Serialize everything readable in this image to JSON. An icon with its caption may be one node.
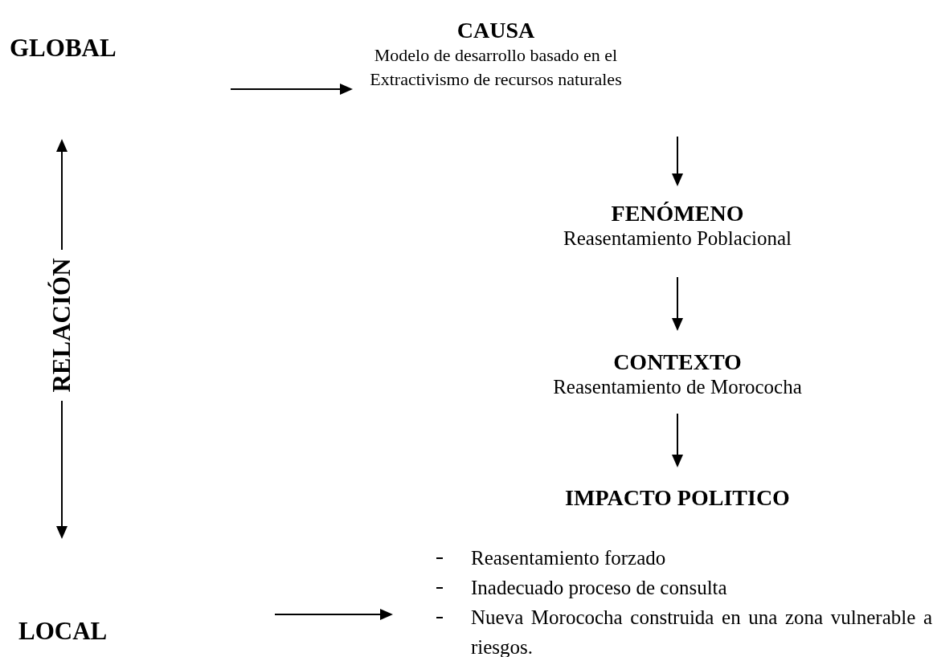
{
  "diagram": {
    "nodes": [
      {
        "text": [
          "GLOBAL"
        ]
      },
      {
        "text": [
          "CAUSA",
          "Modelo de desarrollo basado en el Extractivismo de recursos naturales"
        ]
      },
      {
        "text": [
          "FENÓMENO",
          "Reasentamiento Poblacional"
        ]
      },
      {
        "text": [
          "RELACIÓN"
        ]
      },
      {
        "text": [
          "CONTEXTO",
          "Reasentamiento de Morococha"
        ]
      },
      {
        "text": [
          "IMPACTO POLITICO",
          "Reasentamiento forzado",
          "Inadecuado proceso de consulta",
          "Nueva Morococha construida en una zona vulnerable a riesgos."
        ]
      },
      {
        "text": [
          "LOCAL"
        ]
      }
    ],
    "edges": [
      {
        "from": null,
        "to": 1,
        "arrow": "to"
      },
      {
        "from": null,
        "to": 2,
        "arrow": "to"
      },
      {
        "from": 2,
        "to": 4,
        "arrow": "to"
      },
      {
        "from": 4,
        "to": 5,
        "arrow": "to"
      },
      {
        "from": 3,
        "to": null,
        "arrow": "to"
      },
      {
        "from": 3,
        "to": null,
        "arrow": "to"
      },
      {
        "from": null,
        "to": 5,
        "arrow": "to"
      }
    ]
  }
}
